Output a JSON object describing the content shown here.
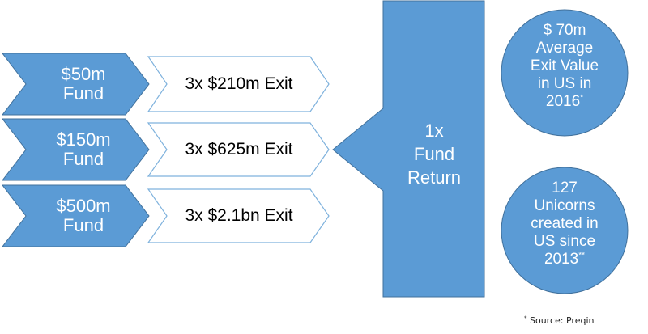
{
  "colors": {
    "fill": "#5b9bd5",
    "stroke": "#41719c",
    "text_on_fill": "#ffffff",
    "exit_border": "#7fb2dd"
  },
  "rows": [
    {
      "fund_line1": "$50m",
      "fund_line2": "Fund",
      "exit": "3x $210m Exit"
    },
    {
      "fund_line1": "$150m",
      "fund_line2": "Fund",
      "exit": "3x $625m Exit"
    },
    {
      "fund_line1": "$500m",
      "fund_line2": "Fund",
      "exit": "3x $2.1bn Exit"
    }
  ],
  "fund_return": {
    "line1": "1x",
    "line2": "Fund",
    "line3": "Return"
  },
  "circles": [
    {
      "lines": [
        "$ 70m",
        "Average",
        "Exit Value",
        "in US in"
      ],
      "last": "2016",
      "mark": "*"
    },
    {
      "lines": [
        "127",
        "Unicorns",
        "created in",
        "US since"
      ],
      "last": "2013",
      "mark": "**"
    }
  ],
  "footnote": {
    "mark": "*",
    "text": " Source: Preqin"
  }
}
